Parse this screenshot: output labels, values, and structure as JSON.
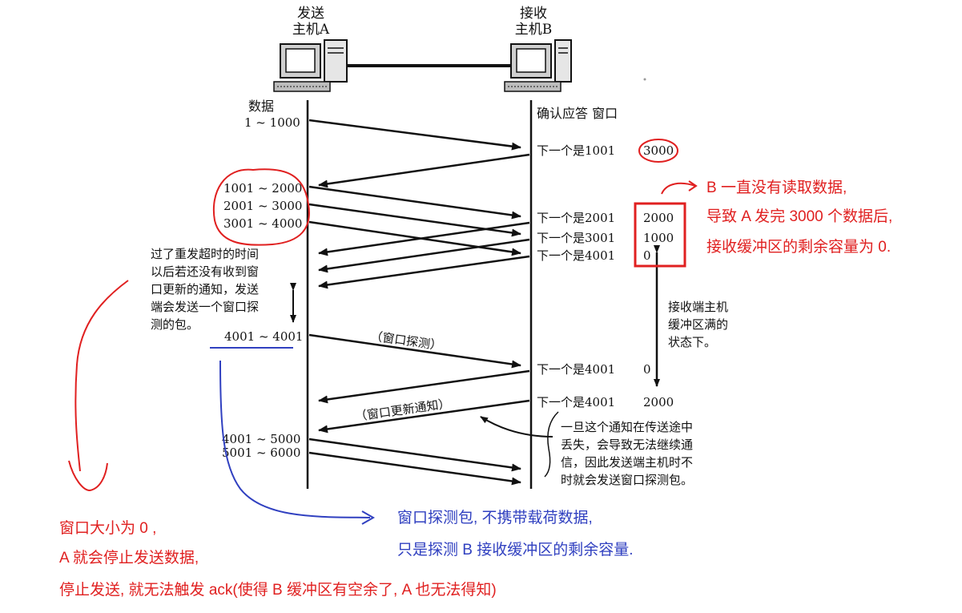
{
  "hosts": {
    "a_line1": "发送",
    "a_line2": "主机A",
    "b_line1": "接收",
    "b_line2": "主机B"
  },
  "labels": {
    "data": "数据",
    "ack_window": "确认应答 窗口",
    "range_1_1000": "1 ~ 1000",
    "range_1001_2000": "1001 ~ 2000",
    "range_2001_3000": "2001 ~ 3000",
    "range_3001_4000": "3001 ~ 4000",
    "range_4001_4001": "4001 ~ 4001",
    "range_4001_5000": "4001 ~ 5000",
    "range_5001_6000": "5001 ~ 6000",
    "next_1001": "下一个是1001",
    "win_3000": "3000",
    "next_2001": "下一个是2001",
    "win_2000": "2000",
    "next_3001": "下一个是3001",
    "win_1000": "1000",
    "next_4001": "下一个是4001",
    "win_0": "0",
    "next_4001_b": "下一个是4001",
    "win_0_b": "0",
    "next_4001_c": "下一个是4001",
    "win_2000_b": "2000",
    "probe": "（窗口探测）",
    "update": "（窗口更新通知）"
  },
  "notes": {
    "timeout": [
      "过了重发超时的时间",
      "以后若还没有收到窗",
      "口更新的通知，发送",
      "端会发送一个窗口探",
      "测的包。"
    ],
    "buffer_full": [
      "接收端主机",
      "缓冲区满的",
      "状态下。"
    ],
    "lost": [
      "一旦这个通知在传送途中",
      "丢失，会导致无法继续通",
      "信，因此发送端主机时不",
      "时就会发送窗口探测包。"
    ]
  },
  "annotations": {
    "red_right": [
      "B 一直没有读取数据,",
      "导致 A 发完 3000 个数据后,",
      "接收缓冲区的剩余容量为 0."
    ],
    "blue_bottom": [
      "窗口探测包, 不携带载荷数据,",
      "只是探测 B 接收缓冲区的剩余容量."
    ],
    "red_bottom": [
      "窗口大小为 0 ,",
      "A 就会停止发送数据,",
      "停止发送, 就无法触发 ack(使得 B 缓冲区有空余了, A 也无法得知)"
    ]
  },
  "colors": {
    "annotation_red": "#e02020",
    "annotation_blue": "#3040c0",
    "diagram_ink": "#111111"
  }
}
